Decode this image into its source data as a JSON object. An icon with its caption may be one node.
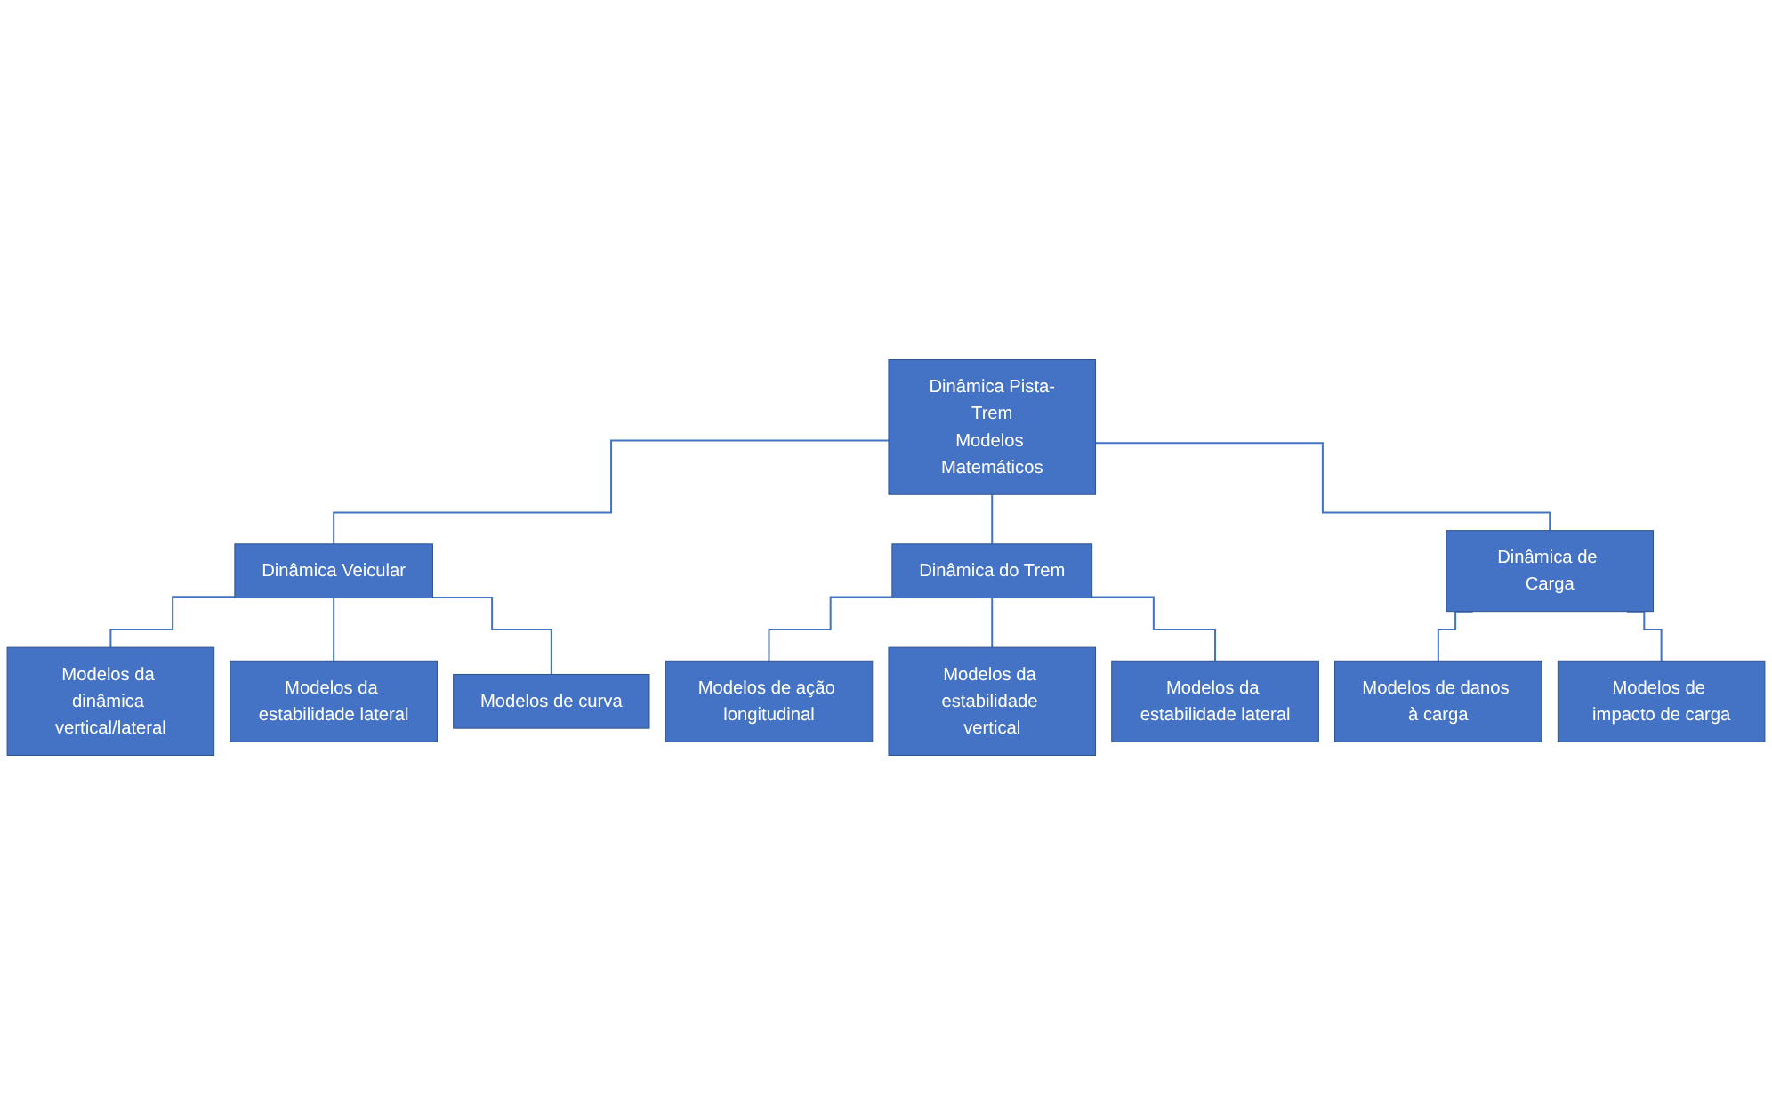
{
  "diagram": {
    "nodes": [
      {
        "text": [
          "Dinâmica Pista-Trem",
          "Modelos Matemáticos"
        ]
      },
      {
        "text": [
          "Dinâmica Veicular"
        ]
      },
      {
        "text": [
          "Dinâmica do Trem"
        ]
      },
      {
        "text": [
          "Dinâmica de Carga"
        ]
      },
      {
        "text": [
          "Modelos da dinâmica vertical/lateral"
        ]
      },
      {
        "text": [
          "Modelos da estabilidade lateral"
        ]
      },
      {
        "text": [
          "Modelos de curva"
        ]
      },
      {
        "text": [
          "Modelos de ação longitudinal"
        ]
      },
      {
        "text": [
          "Modelos da estabilidade vertical"
        ]
      },
      {
        "text": [
          "Modelos da estabilidade lateral"
        ]
      },
      {
        "text": [
          "Modelos de danos à carga"
        ]
      },
      {
        "text": [
          "Modelos de impacto de carga"
        ]
      }
    ],
    "edges": [
      {
        "from": 0,
        "to": 1,
        "arrow": "none"
      },
      {
        "from": 0,
        "to": 2,
        "arrow": "none"
      },
      {
        "from": 0,
        "to": 3,
        "arrow": "none"
      },
      {
        "from": 1,
        "to": 4,
        "arrow": "none"
      },
      {
        "from": 1,
        "to": 5,
        "arrow": "none"
      },
      {
        "from": 1,
        "to": 6,
        "arrow": "none"
      },
      {
        "from": 2,
        "to": 7,
        "arrow": "none"
      },
      {
        "from": 2,
        "to": 8,
        "arrow": "none"
      },
      {
        "from": 2,
        "to": 9,
        "arrow": "none"
      },
      {
        "from": 3,
        "to": 10,
        "arrow": "none"
      },
      {
        "from": 3,
        "to": 11,
        "arrow": "none"
      }
    ]
  }
}
